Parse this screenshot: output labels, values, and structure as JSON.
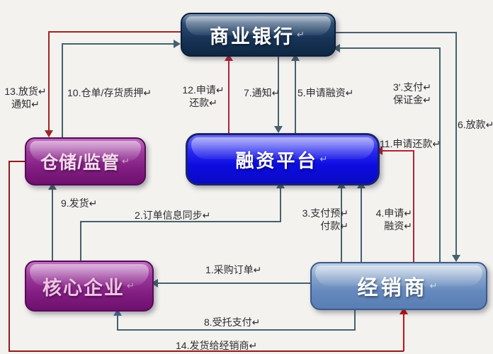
{
  "diagram": {
    "title": "supply-chain-finance-flowchart",
    "return_mark": "↵",
    "colors": {
      "background": "#f4f2ef",
      "bank_box": "#173457",
      "platform_box": "#1111dd",
      "warehouse_box": "#821d82",
      "core_box": "#821d82",
      "dealer_box": "#6589bd",
      "line_slate": "#45616e",
      "line_red": "#b22233",
      "line_dark_red": "#8c1d1d",
      "line_bright_red": "#c41111"
    },
    "nodes": {
      "bank": {
        "label": "商业银行"
      },
      "platform": {
        "label": "融资平台"
      },
      "warehouse": {
        "label": "仓储/监管"
      },
      "core": {
        "label": "核心企业"
      },
      "dealer": {
        "label": "经销商"
      }
    },
    "flows": {
      "f1": {
        "lines": [
          "1.采购订单↵"
        ]
      },
      "f2": {
        "lines": [
          "2.订单信息同步↵"
        ]
      },
      "f3": {
        "lines": [
          "3.支付预↵",
          "付款↵"
        ]
      },
      "f3p": {
        "lines": [
          "3′.支付↵",
          "保证金↵"
        ]
      },
      "f4": {
        "lines": [
          "4.申请↵",
          "融资↵"
        ]
      },
      "f5": {
        "lines": [
          "5.申请融资↵"
        ]
      },
      "f6": {
        "lines": [
          "6.放款↵"
        ]
      },
      "f7": {
        "lines": [
          "7.通知↵"
        ]
      },
      "f8": {
        "lines": [
          "8.受托支付↵"
        ]
      },
      "f9": {
        "lines": [
          "9.发货↵"
        ]
      },
      "f10": {
        "lines": [
          "10.仓单/存货质押↵"
        ]
      },
      "f11": {
        "lines": [
          "11.申请还款↵"
        ]
      },
      "f12": {
        "lines": [
          "12.申请↵",
          "还款↵"
        ]
      },
      "f13": {
        "lines": [
          "13.放货↵",
          "通知↵"
        ]
      },
      "f14": {
        "lines": [
          "14.发货给经销商↵"
        ]
      }
    }
  }
}
